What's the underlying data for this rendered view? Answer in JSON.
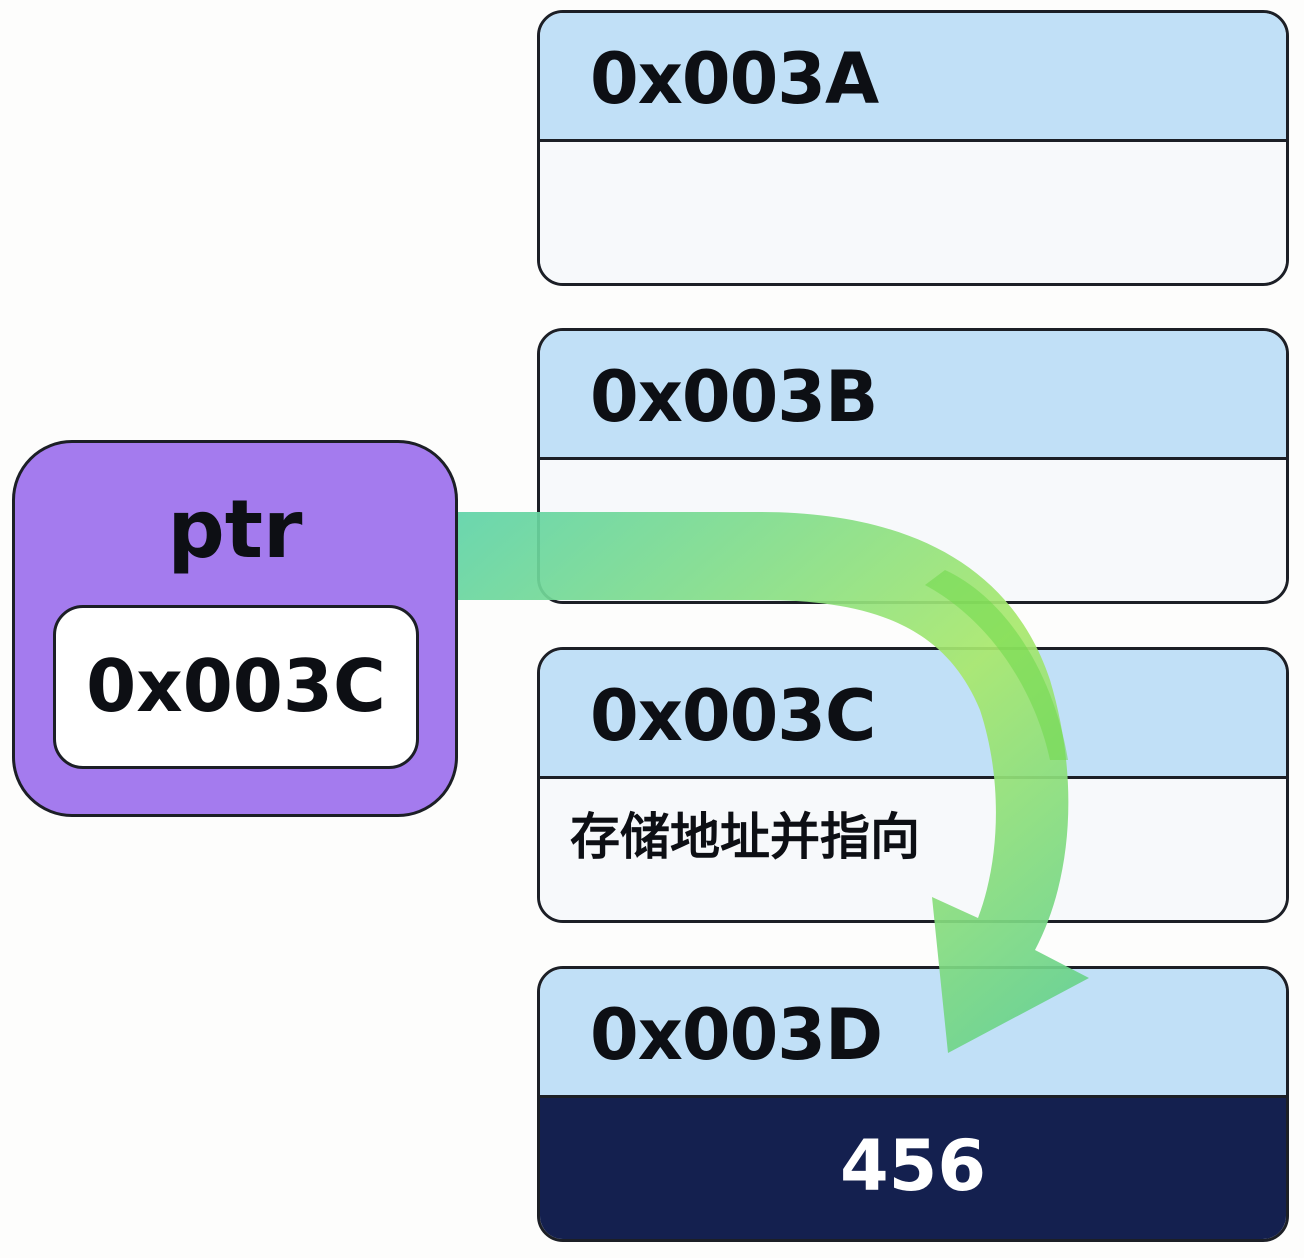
{
  "diagram": {
    "pointer": {
      "name": "ptr",
      "value": "0x003C",
      "color": "#a47bee"
    },
    "memory_cells": [
      {
        "address": "0x003A",
        "content": ""
      },
      {
        "address": "0x003B",
        "content": ""
      },
      {
        "address": "0x003C",
        "content": "存储地址并指向"
      },
      {
        "address": "0x003D",
        "content": "456"
      }
    ],
    "arrow": {
      "from": "ptr",
      "to": "0x003D",
      "gradient_start": "#5fd3a8",
      "gradient_mid": "#a8e86c",
      "gradient_end": "#5fcf92"
    },
    "colors": {
      "header": "#c1e0f7",
      "cell_body": "#f7f9fb",
      "value_cell": "#14204f",
      "border": "#1c1f26"
    }
  }
}
